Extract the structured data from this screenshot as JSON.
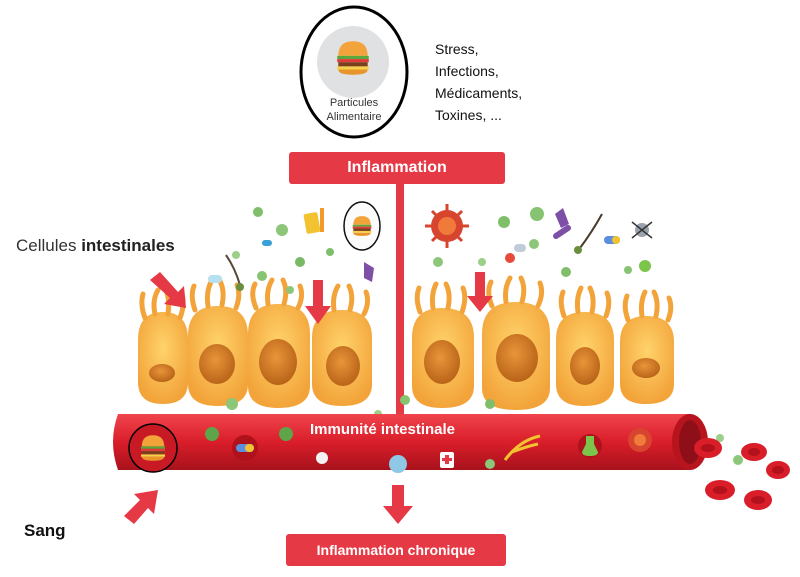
{
  "food_circle": {
    "label_line1": "Particules",
    "label_line2": "Alimentaire",
    "icon": "burger-icon"
  },
  "triggers": [
    "Stress,",
    "Infections,",
    "Médicaments,",
    "Toxines, ..."
  ],
  "inflammation_box": {
    "label": "Inflammation"
  },
  "cells_label": {
    "prefix": "Cellules ",
    "bold": "intestinales"
  },
  "immunity_label": "Immunité intestinale",
  "blood_label": "Sang",
  "chronic_box": {
    "label": "Inflammation chronique"
  },
  "colors": {
    "accent_red": "#e63946",
    "cell_orange": "#f7b540",
    "nucleus": "#d9822b",
    "vessel": "#d91e2a"
  }
}
